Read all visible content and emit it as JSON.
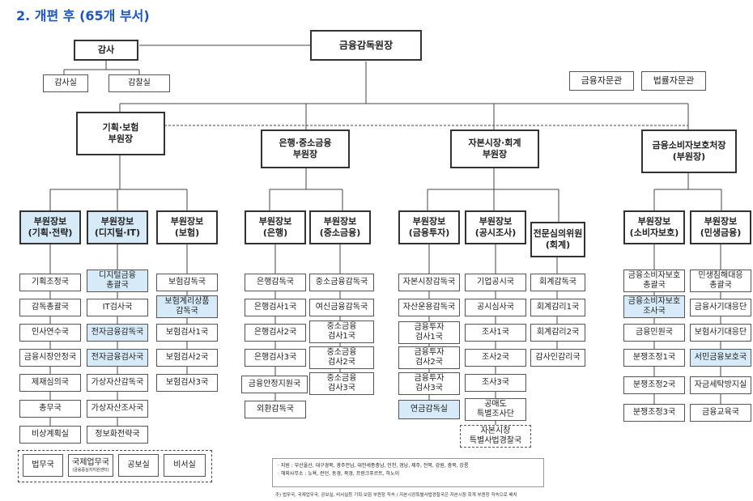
{
  "title": "2. 개편 후 (65개 부서)",
  "governor": "금융감독원장",
  "audit": "감사",
  "audit_units": [
    "감사실",
    "감찰실"
  ],
  "advisors": [
    "금융자문관",
    "법률자문관"
  ],
  "deputy_governors": [
    "기획·보험\n부원장",
    "은행·중소금융\n부원장",
    "자본시장·회계\n부원장",
    "금융소비자보호처장\n(부원장)"
  ],
  "assistant_governors": [
    "부원장보\n(기획·전략)",
    "부원장보\n(디지털·IT)",
    "부원장보\n(보험)",
    "부원장보\n(은행)",
    "부원장보\n(중소금융)",
    "부원장보\n(금융투자)",
    "부원장보\n(공시조사)",
    "전문심의위원\n(회계)",
    "부원장보\n(소비자보호)",
    "부원장보\n(민생금융)"
  ],
  "columns": [
    [
      "기획조정국",
      "감독총괄국",
      "인사연수국",
      "금융시장안정국",
      "제재심의국",
      "총무국",
      "비상계획실"
    ],
    [
      "디지털금융\n총괄국",
      "IT검사국",
      "전자금융감독국",
      "전자금융검사국",
      "가상자산감독국",
      "가상자산조사국",
      "정보화전략국"
    ],
    [
      "보험감독국",
      "보험계리상품\n감독국",
      "보험검사1국",
      "보험검사2국",
      "보험검사3국"
    ],
    [
      "은행감독국",
      "은행검사1국",
      "은행검사2국",
      "은행검사3국",
      "금융안정지원국",
      "외환감독국"
    ],
    [
      "중소금융감독국",
      "여신금융감독국",
      "중소금융\n검사1국",
      "중소금융\n검사2국",
      "중소금융\n검사3국"
    ],
    [
      "자본시장감독국",
      "자산운용감독국",
      "금융투자\n검사1국",
      "금융투자\n검사2국",
      "금융투자\n검사3국",
      "연금감독실"
    ],
    [
      "기업공시국",
      "공시심사국",
      "조사1국",
      "조사2국",
      "조사3국",
      "공매도\n특별조사단",
      "자본시장\n특별사법경찰국"
    ],
    [
      "회계감독국",
      "회계감리1국",
      "회계감리2국",
      "감사인감리국"
    ],
    [
      "금융소비자보호\n총괄국",
      "금융소비자보호\n조사국",
      "금융민원국",
      "분쟁조정1국",
      "분쟁조정2국",
      "분쟁조정3국"
    ],
    [
      "민생침해대응\n총괄국",
      "금융사기대응단",
      "보험사기대응단",
      "서민금융보호국",
      "자금세탁방지실",
      "금융교육국"
    ]
  ],
  "bottom_units": [
    "법무국",
    "국제업무국",
    "공보실",
    "비서실"
  ],
  "bottom_note": "(금융중심지지원센터)",
  "notes": [
    "· 지원 : 부산울산, 대구경북, 광주전남, 대전세종충남, 인천, 경남, 제주, 전북, 강원, 충북, 강릉",
    "· 해외사무소 : 뉴욕, 런던, 동경, 북경, 프랑크푸르트, 하노이"
  ],
  "footnote": "주) 법무국, 국제업무국, 공보실, 비서실등 기획·보험 부원장 직속  / 자본시장특별사법경찰국은 자본시장·회계 부원장 직속으로 배치",
  "colors": {
    "title": "#1a56c4",
    "highlight": "#d6eaf8",
    "line": "#444444"
  }
}
